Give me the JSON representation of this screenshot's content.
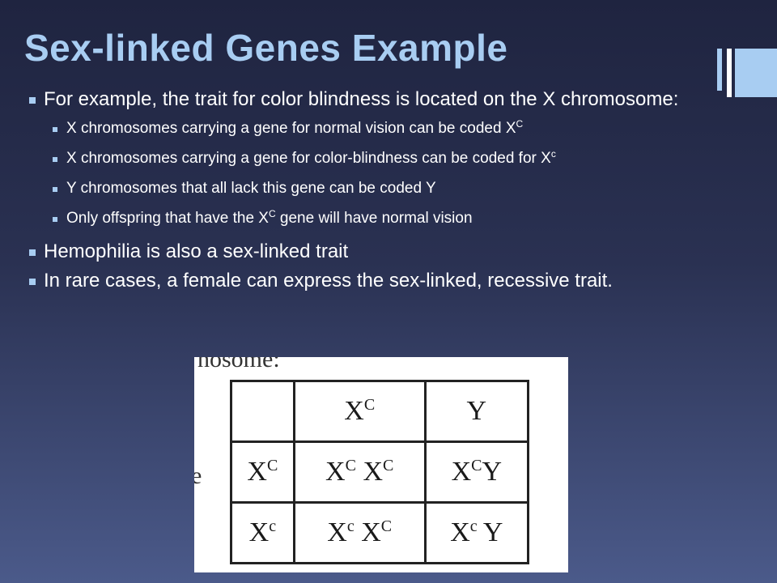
{
  "slide": {
    "title": "Sex-linked Genes Example",
    "bullets": [
      {
        "text": "For example, the trait for color blindness is located on the X chromosome:",
        "sub": [
          {
            "text": "X chromosomes carrying a gene for normal vision can be coded X",
            "sup": "C",
            "suffix": ""
          },
          {
            "text": "X chromosomes carrying a gene for color-blindness can be coded for X",
            "sup": "c",
            "suffix": ""
          },
          {
            "text": "Y chromosomes that all lack this gene can be coded Y",
            "sup": "",
            "suffix": ""
          },
          {
            "text": "Only offspring that have the X",
            "sup": "C",
            "suffix": " gene will have normal vision"
          }
        ]
      },
      {
        "text": "Hemophilia is also a sex-linked trait",
        "sub": []
      },
      {
        "text": "In rare cases, a female can express the sex-linked, recessive trait.",
        "sub": []
      }
    ]
  },
  "punnett": {
    "ghost_top": "nosome:",
    "ghost_side": "e",
    "rows": [
      [
        {
          "base": "",
          "sup": "",
          "rest": ""
        },
        {
          "base": "X",
          "sup": "C",
          "rest": ""
        },
        {
          "base": "Y",
          "sup": "",
          "rest": ""
        }
      ],
      [
        {
          "base": "X",
          "sup": "C",
          "rest": ""
        },
        {
          "base": "X",
          "sup": "C",
          "rest": " X",
          "sup2": "C"
        },
        {
          "base": "X",
          "sup": "C",
          "rest": "Y"
        }
      ],
      [
        {
          "base": "X",
          "sup": "c",
          "rest": ""
        },
        {
          "base": "X",
          "sup": "c",
          "rest": " X",
          "sup2": "C"
        },
        {
          "base": "X",
          "sup": "c",
          "rest": " Y"
        }
      ]
    ]
  },
  "colors": {
    "title": "#a8cdf2",
    "bullet_marker": "#a8cdf2",
    "background_top": "#1f2440",
    "background_bottom": "#4b5a8a"
  }
}
